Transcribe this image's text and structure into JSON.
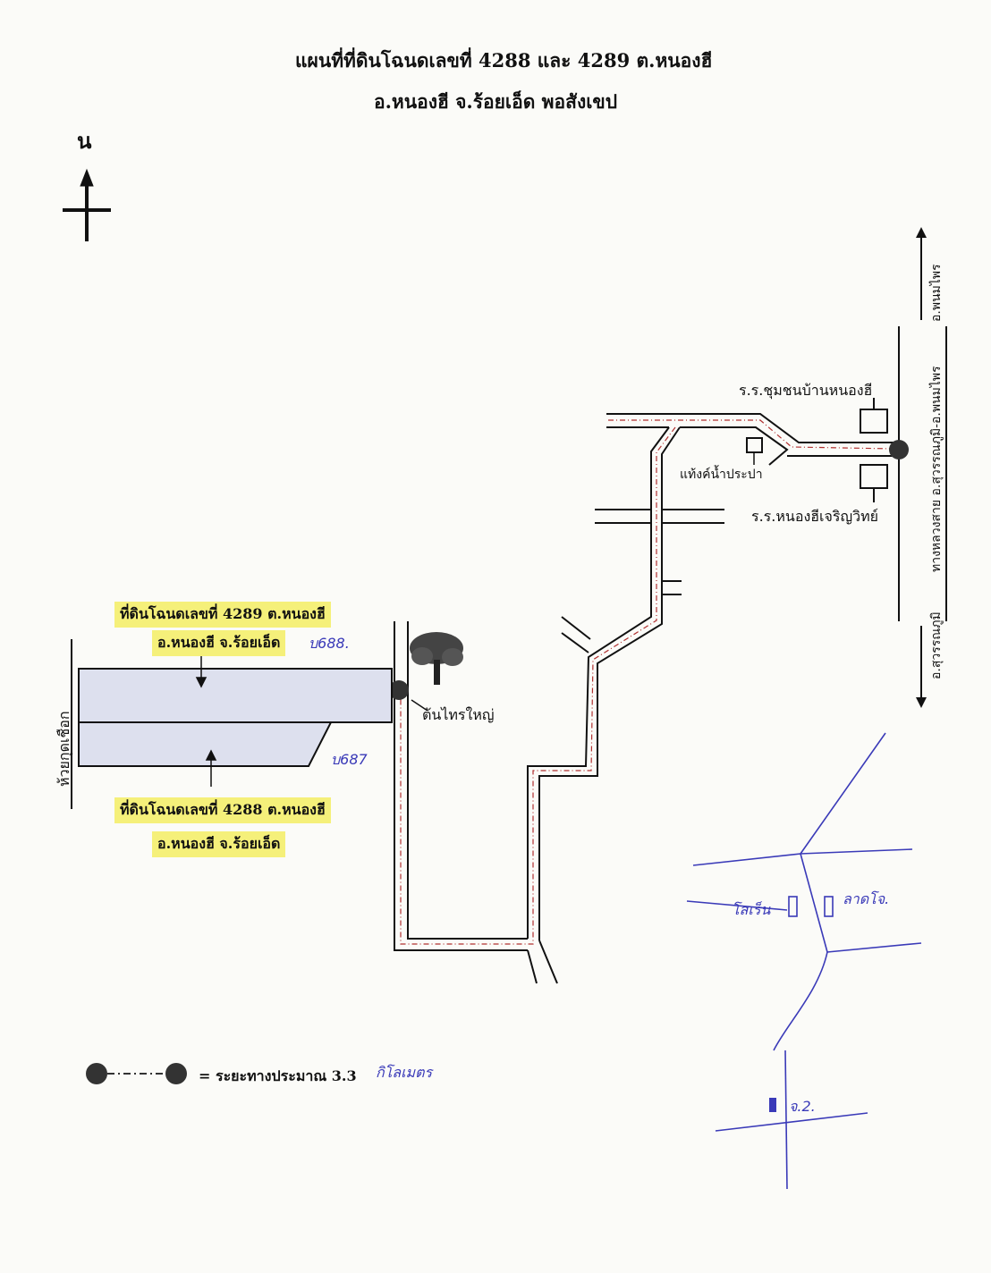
{
  "title": {
    "line1": "แผนที่ที่ดินโฉนดเลขที่ 4288 และ 4289 ต.หนองฮี",
    "line2": "อ.หนองฮี จ.ร้อยเอ็ด พอสังเขป"
  },
  "compass": {
    "north_label": "น",
    "icon": "north-arrow-icon"
  },
  "landmarks": {
    "school_1": "ร.ร.ชุมชนบ้านหนองฮี",
    "school_2": "ร.ร.หนองฮีเจริญวิทย์",
    "water_tank": "แท้งค์น้ำประปา",
    "big_tree": "ต้นไทรใหญ่",
    "creek": "ห้วยกุดเชือก"
  },
  "highway": {
    "label": "ทางหลวงสาย อ.สุวรรณภูมิ-อ.พนมไพร",
    "north_dir": "อ.พนมไพร",
    "south_dir": "อ.สุวรรณภูมิ"
  },
  "parcels": {
    "deed_4289_line1": "ที่ดินโฉนดเลขที่ 4289 ต.หนองฮี",
    "deed_4289_line2": "อ.หนองฮี จ.ร้อยเอ็ด",
    "deed_4289_hand": "บ688.",
    "deed_4288_line1": "ที่ดินโฉนดเลขที่ 4288 ต.หนองฮี",
    "deed_4288_line2": "อ.หนองฮี จ.ร้อยเอ็ด",
    "deed_4288_hand": "บ687"
  },
  "legend": {
    "text": "= ระยะทางประมาณ 3.3",
    "hand_unit": "กิโลเมตร"
  },
  "sketch": {
    "left_label": "โสเร็น",
    "right_label": "ลาดโจ.",
    "bottom_label": "จ.2."
  },
  "colors": {
    "highlight": "#f5f07a",
    "parcel_fill": "#dde0ee",
    "ink_blue": "#3a3ab8",
    "road_dash": "#b03030"
  }
}
